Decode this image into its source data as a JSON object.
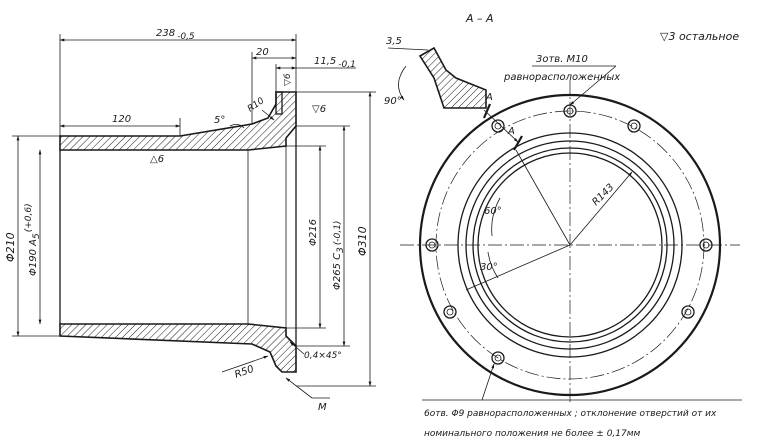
{
  "section_label": "А – А",
  "roughness_rest": "▽3 остальное",
  "dims": {
    "overall_len": "238",
    "overall_len_tol": "-0,5",
    "len_120": "120",
    "len_20": "20",
    "len_11_5": "11,5",
    "len_11_5_tol": "-0,1",
    "angle_5": "5°",
    "r10": "R10",
    "r50": "R50",
    "d210": "Φ210",
    "d190": "Φ190 A",
    "d190_sub": "5",
    "d190_tol": "(+0,6)",
    "d216": "Φ216",
    "d265": "Φ265 C",
    "d265_sub": "3",
    "d265_tol": "(-0,1)",
    "d310": "Φ310",
    "chamfer": "0,4×45°",
    "m_label": "M",
    "rough_6a": "▽6",
    "rough_6b": "▽6",
    "rough_6c": "△6",
    "detail_35": "3,5",
    "detail_90": "90°",
    "holes_m10": "3отв. M10",
    "holes_m10_note": "равнорасположенных",
    "section_a_top": "A",
    "section_a_bottom": "A",
    "r143": "R143",
    "angle_60": "60°",
    "angle_30": "30°",
    "note_line1": "6отв. Φ9 равнорасположенных ; отклонение отверстий от их",
    "note_line2": "номинального положения не более ± 0,17мм"
  }
}
